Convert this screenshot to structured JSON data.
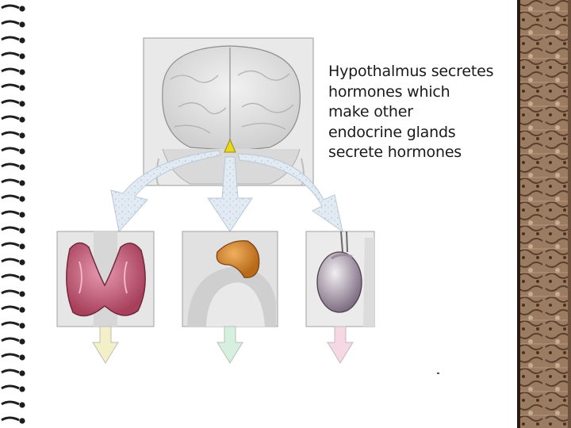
{
  "slide": {
    "caption": "Hypothalmus secretes\nhormones which\nmake other\nendocrine glands\nsecrete hormones"
  },
  "diagram": {
    "source": {
      "label": "hypothalamus",
      "color": "#e8d820"
    },
    "arrow_color": "#dfe9f2",
    "targets": [
      {
        "gland": "thyroid",
        "color": "#c8607a",
        "output_arrow_color": "#f3f0c8"
      },
      {
        "gland": "adrenal",
        "color": "#d98a2c",
        "output_arrow_color": "#d6f0df"
      },
      {
        "gland": "testis",
        "color": "#b8a8b8",
        "output_arrow_color": "#f6d8e4"
      }
    ]
  },
  "frame": {
    "wood_color": "#8a6a52",
    "spiral_color": "#1e1e1e"
  }
}
